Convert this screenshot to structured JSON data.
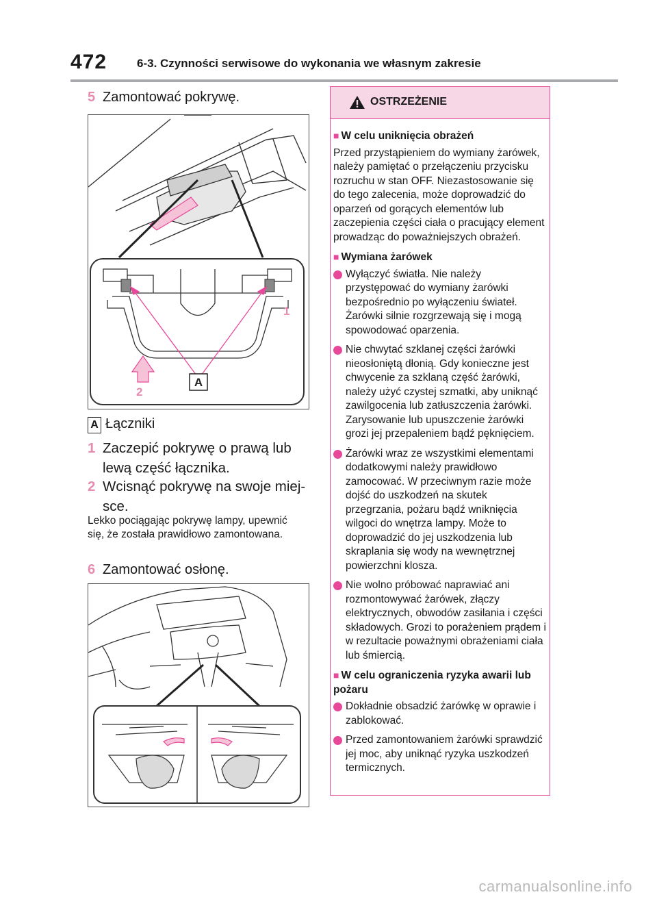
{
  "header": {
    "page_number": "472",
    "section_title": "6-3. Czynności serwisowe do wykonania we własnym zakresie"
  },
  "left": {
    "step5": {
      "num": "5",
      "text": "Zamontować pokrywę."
    },
    "figure1": {
      "label_A": "A",
      "label_1": "1",
      "label_2": "2"
    },
    "legend": {
      "badge": "A",
      "text": "Łączniki"
    },
    "sub1": {
      "num": "1",
      "line1": "Zaczepić pokrywę o prawą lub",
      "line2": "lewą część łącznika."
    },
    "sub2": {
      "num": "2",
      "line1": "Wcisnąć pokrywę na swoje miej-",
      "line2": "sce."
    },
    "note": "Lekko pociągając pokrywę lampy, upewnić się, że została prawidłowo zamontowana.",
    "step6": {
      "num": "6",
      "text": "Zamontować osłonę."
    }
  },
  "warning": {
    "title": "OSTRZEŻENIE",
    "s1_title": "W celu uniknięcia obrażeń",
    "s1_text": "Przed przystąpieniem do wymiany żarówek, należy pamiętać o przełączeniu przycisku rozruchu w stan OFF. Niezastosowanie się do tego zalecenia, może doprowadzić do oparzeń od gorących elementów lub zaczepienia części ciała o pracujący element prowadząc do poważniejszych obrażeń.",
    "s2_title": "Wymiana żarówek",
    "s2_b1": "Wyłączyć światła. Nie należy przystępować do wymiany żarówki bezpośrednio po wyłączeniu świateł. Żarówki silnie rozgrzewają się i mogą spowodować oparzenia.",
    "s2_b2": "Nie chwytać szklanej części żarówki nieosłoniętą dłonią. Gdy konieczne jest chwycenie za szklaną część żarówki, należy użyć czystej szmatki, aby uniknąć zawilgocenia lub zatłuszczenia żarówki. Zarysowanie lub upuszczenie żarówki grozi jej przepaleniem bądź pęknięciem.",
    "s2_b3": "Żarówki wraz ze wszystkimi elementami dodatkowymi należy prawidłowo zamocować. W przeciwnym razie może dojść do uszkodzeń na skutek przegrzania, pożaru bądź wniknięcia wilgoci do wnętrza lampy. Może to doprowadzić do jej uszkodzenia lub skraplania się wody na wewnętrznej powierzchni klosza.",
    "s2_b4": "Nie wolno próbować naprawiać ani rozmontowywać żarówek, złączy elektrycznych, obwodów zasilania i części składowych. Grozi to porażeniem prądem i w rezultacie poważnymi obrażeniami ciała lub śmiercią.",
    "s3_title": "W celu ograniczenia ryzyka awarii lub pożaru",
    "s3_b1": "Dokładnie obsadzić żarówkę w oprawie i zablokować.",
    "s3_b2": "Przed zamontowaniem żarówki sprawdzić jej moc, aby uniknąć ryzyka uszkodzeń termicznych."
  },
  "footer": {
    "watermark": "carmanualsonline.info"
  },
  "colors": {
    "accent": "#e8489a",
    "accent_light": "#f7d7e5",
    "rule": "#a7a9ac"
  }
}
